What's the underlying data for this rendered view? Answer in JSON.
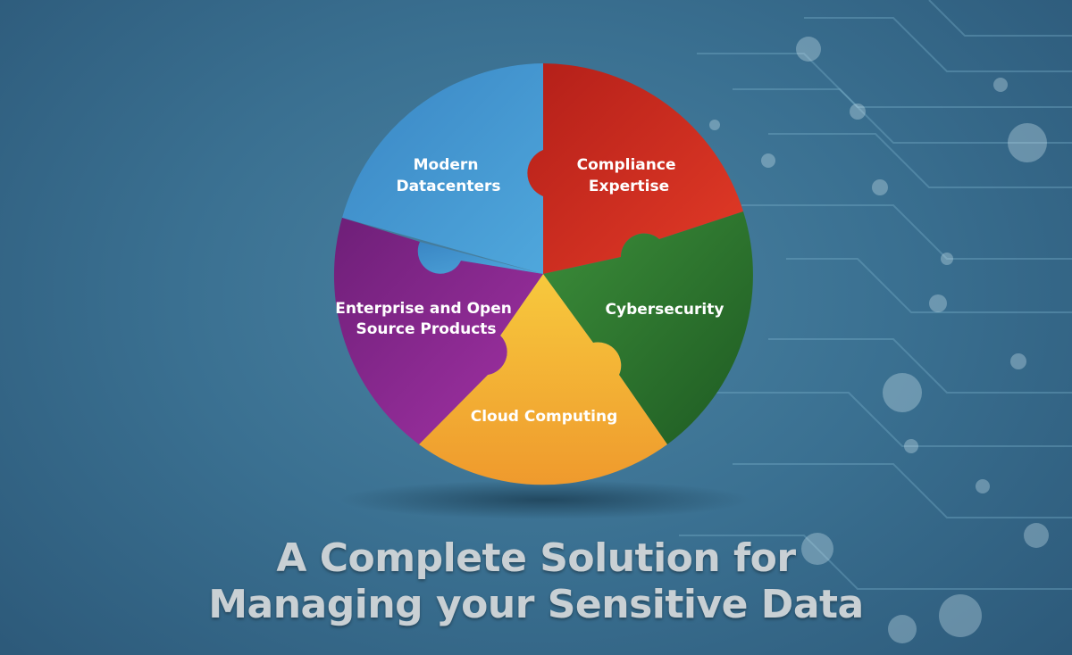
{
  "diagram": {
    "segments": [
      {
        "id": "modern-datacenters",
        "lines": [
          "Modern",
          "Datacenters"
        ],
        "color": "#3a92cf"
      },
      {
        "id": "compliance-expertise",
        "lines": [
          "Compliance",
          "Expertise"
        ],
        "color": "#d3271f"
      },
      {
        "id": "cybersecurity",
        "lines": [
          "Cybersecurity"
        ],
        "color": "#2e7a2e"
      },
      {
        "id": "cloud-computing",
        "lines": [
          "Cloud Computing"
        ],
        "color": "#f3ae34"
      },
      {
        "id": "enterprise-open-source",
        "lines": [
          "Enterprise and Open",
          "Source Products"
        ],
        "color": "#8c2b8f"
      }
    ]
  },
  "headline": {
    "line1": "A Complete Solution for",
    "line2": "Managing your Sensitive Data"
  }
}
